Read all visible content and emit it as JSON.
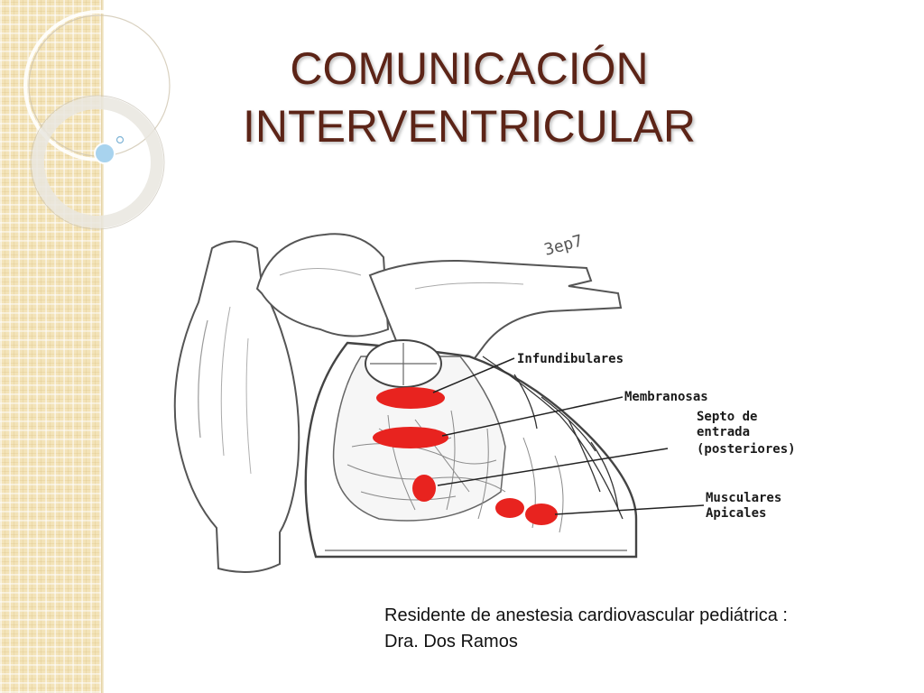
{
  "slide": {
    "title_line1": "COMUNICACIÓN",
    "title_line2": "INTERVENTRICULAR",
    "credit_line1": "Residente de anestesia cardiovascular pediátrica :",
    "credit_line2": "Dra. Dos Ramos"
  },
  "diagram": {
    "label_infundibulares": "Infundibulares",
    "label_membranosas": "Membranosas",
    "label_septo_1": "Septo de",
    "label_septo_2": "entrada",
    "label_septo_3": "(posteriores)",
    "label_musculares_1": "Musculares",
    "label_musculares_2": "Apicales",
    "signature": "3ep7",
    "defect_color": "#e8231f"
  },
  "colors": {
    "title": "#5c2417",
    "side_band": "#f3e3b8"
  }
}
